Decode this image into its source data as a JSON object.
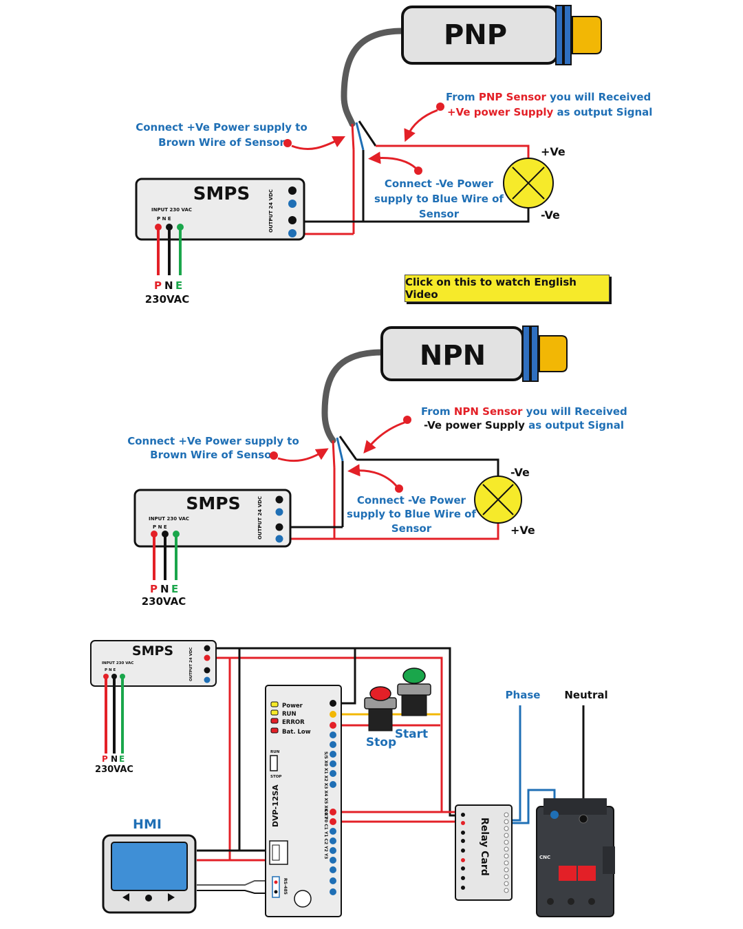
{
  "diagram1": {
    "sensor_label": "PNP",
    "note_power_line1": "Connect +Ve Power supply to",
    "note_power_line2": "Brown Wire of Sensor",
    "note_output_prefix": "From ",
    "note_output_type": "PNP Sensor",
    "note_output_suffix": " you will Received",
    "note_output_line2_red": "+Ve power Supply",
    "note_output_line2_rest": " as output Signal",
    "note_neg_line1": "Connect -Ve Power",
    "note_neg_line2": "supply to Blue Wire of",
    "note_neg_line3": "Sensor",
    "lamp_top": "+Ve",
    "lamp_bottom": "-Ve",
    "smps_title": "SMPS",
    "smps_input": "INPUT 230 VAC",
    "smps_pne": "P  N  E",
    "smps_output": "OUTPUT 24 VDC",
    "mains_p": "P",
    "mains_n": "N",
    "mains_e": "E",
    "mains_voltage": "230VAC"
  },
  "video_button": "Click on this to watch English Video",
  "diagram2": {
    "sensor_label": "NPN",
    "note_power_line1": "Connect +Ve Power supply to",
    "note_power_line2": "Brown Wire of Sensor",
    "note_output_prefix": "From ",
    "note_output_type": "NPN Sensor",
    "note_output_suffix": " you will Received",
    "note_output_line2_red": "-Ve power Supply",
    "note_output_line2_rest": " as output Signal",
    "note_neg_line1": "Connect -Ve Power",
    "note_neg_line2": "supply to Blue Wire of",
    "note_neg_line3": "Sensor",
    "lamp_top": "-Ve",
    "lamp_bottom": "+Ve",
    "smps_title": "SMPS",
    "smps_input": "INPUT 230 VAC",
    "smps_pne": "P  N  E",
    "smps_output": "OUTPUT 24 VDC",
    "mains_p": "P",
    "mains_n": "N",
    "mains_e": "E",
    "mains_voltage": "230VAC"
  },
  "diagram3": {
    "smps_title": "SMPS",
    "smps_input": "INPUT 230 VAC",
    "smps_pne": "P  N  E",
    "smps_output": "OUTPUT 24 VDC",
    "mains_p": "P",
    "mains_n": "N",
    "mains_e": "E",
    "mains_voltage": "230VAC",
    "hmi_label": "HMI",
    "plc_model": "DVP-12SA",
    "plc_leds": [
      "Power",
      "RUN",
      "ERROR",
      "Bat. Low"
    ],
    "plc_run": "RUN",
    "plc_stop": "STOP",
    "plc_rs485": "RS-485",
    "plc_inputs": "S/S X0 X1 X2 X3 X4 X5 X6 X7",
    "plc_outputs": "C0 Y0 C1 Y1 C2 Y2 Y3",
    "stop_label": "Stop",
    "start_label": "Start",
    "phase_label": "Phase",
    "neutral_label": "Neutral",
    "relay_card": "Relay Card",
    "contactor_brand": "CNC"
  },
  "colors": {
    "red": "#e32027",
    "black": "#111111",
    "green": "#1aa64b",
    "blue": "#1f6fb5",
    "yellow": "#f6ea2a",
    "amber": "#f2b705"
  }
}
